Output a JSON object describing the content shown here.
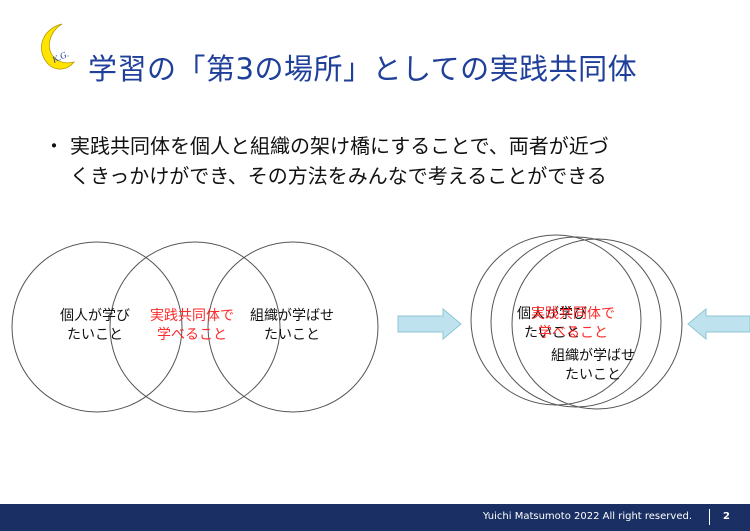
{
  "title": "学習の「第3の場所」としての実践共同体",
  "logo": {
    "text": "K.G."
  },
  "bullet": {
    "marker": "・",
    "line1": "実践共同体を個人と組織の架け橋にすることで、両者が近づ",
    "line2": "くきっかけができ、その方法をみんなで考えることができる"
  },
  "left_diagram": {
    "individual": {
      "line1": "個人が学び",
      "line2": "たいこと"
    },
    "community": {
      "line1": "実践共同体で",
      "line2": "学べること"
    },
    "organization": {
      "line1": "組織が学ばせ",
      "line2": "たいこと"
    }
  },
  "right_diagram": {
    "individual": {
      "line1": "個人が学び",
      "line2": "たいこと"
    },
    "community": {
      "line1": "実践共同体で",
      "line2": "学べること"
    },
    "organization": {
      "line1": "組織が学ばせ",
      "line2": "たいこと"
    }
  },
  "footer": {
    "copyright": "Yuichi Matsumoto 2022 All right reserved.",
    "page": "2"
  },
  "colors": {
    "title": "#1f3f9a",
    "highlight": "#ff2a2a",
    "footer_bg": "#1a2f63",
    "arrow_fill": "#bfe3ee",
    "logo_moon": "#ffe400"
  }
}
